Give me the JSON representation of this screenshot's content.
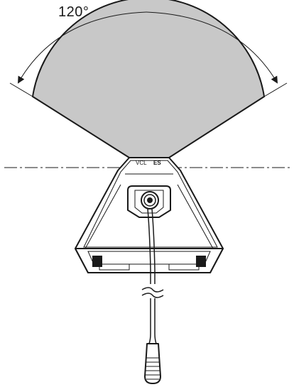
{
  "diagram": {
    "angle_label": "120°",
    "brand_text": "VCL",
    "model_text": "ES",
    "colors": {
      "pickup_area_fill": "#c8c8c8",
      "line": "#1a1a1a",
      "background": "#ffffff"
    }
  }
}
